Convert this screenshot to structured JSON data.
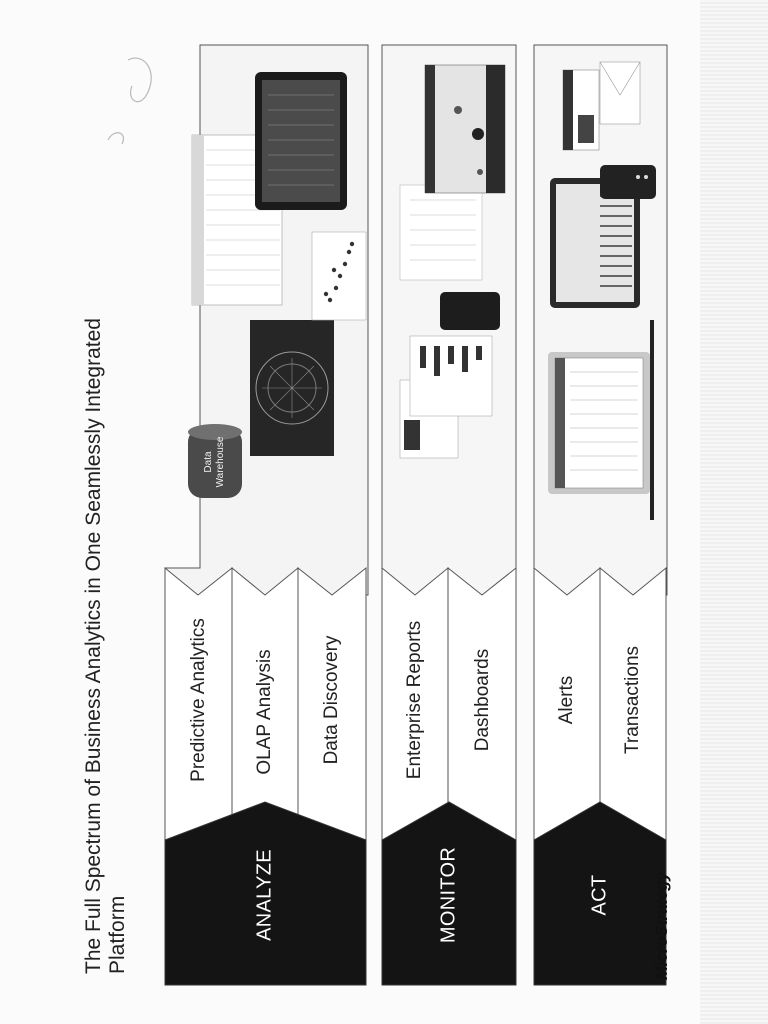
{
  "title": {
    "line1": "The Full Spectrum of Business Analytics in One Seamlessly Integrated",
    "line2": "Platform"
  },
  "bands": [
    {
      "stage": "ANALYZE",
      "items": [
        "Predictive Analytics",
        "OLAP Analysis",
        "Data Discovery"
      ],
      "screenshots": [
        "data-warehouse-cylinder",
        "network-graph-visualization",
        "olap-grid-report",
        "dark-tablet-dashboard",
        "scatter-plot"
      ]
    },
    {
      "stage": "MONITOR",
      "items": [
        "Enterprise Reports",
        "Dashboards"
      ],
      "screenshots": [
        "enterprise-report-page",
        "bar-chart-report",
        "phone-app",
        "report-table",
        "map-dashboard"
      ]
    },
    {
      "stage": "ACT",
      "items": [
        "Alerts",
        "Transactions"
      ],
      "screenshots": [
        "laptop-transaction-form",
        "tablet-keypad-form",
        "mobile-alert",
        "email-alert"
      ]
    }
  ],
  "data_warehouse_label": {
    "line1": "Data",
    "line2": "Warehouse"
  },
  "logo": "MicroStrategy",
  "colors": {
    "stage_fill": "#141414",
    "item_fill": "#ffffff",
    "band_border": "#555555",
    "panel_fill": "#f4f4f4"
  }
}
